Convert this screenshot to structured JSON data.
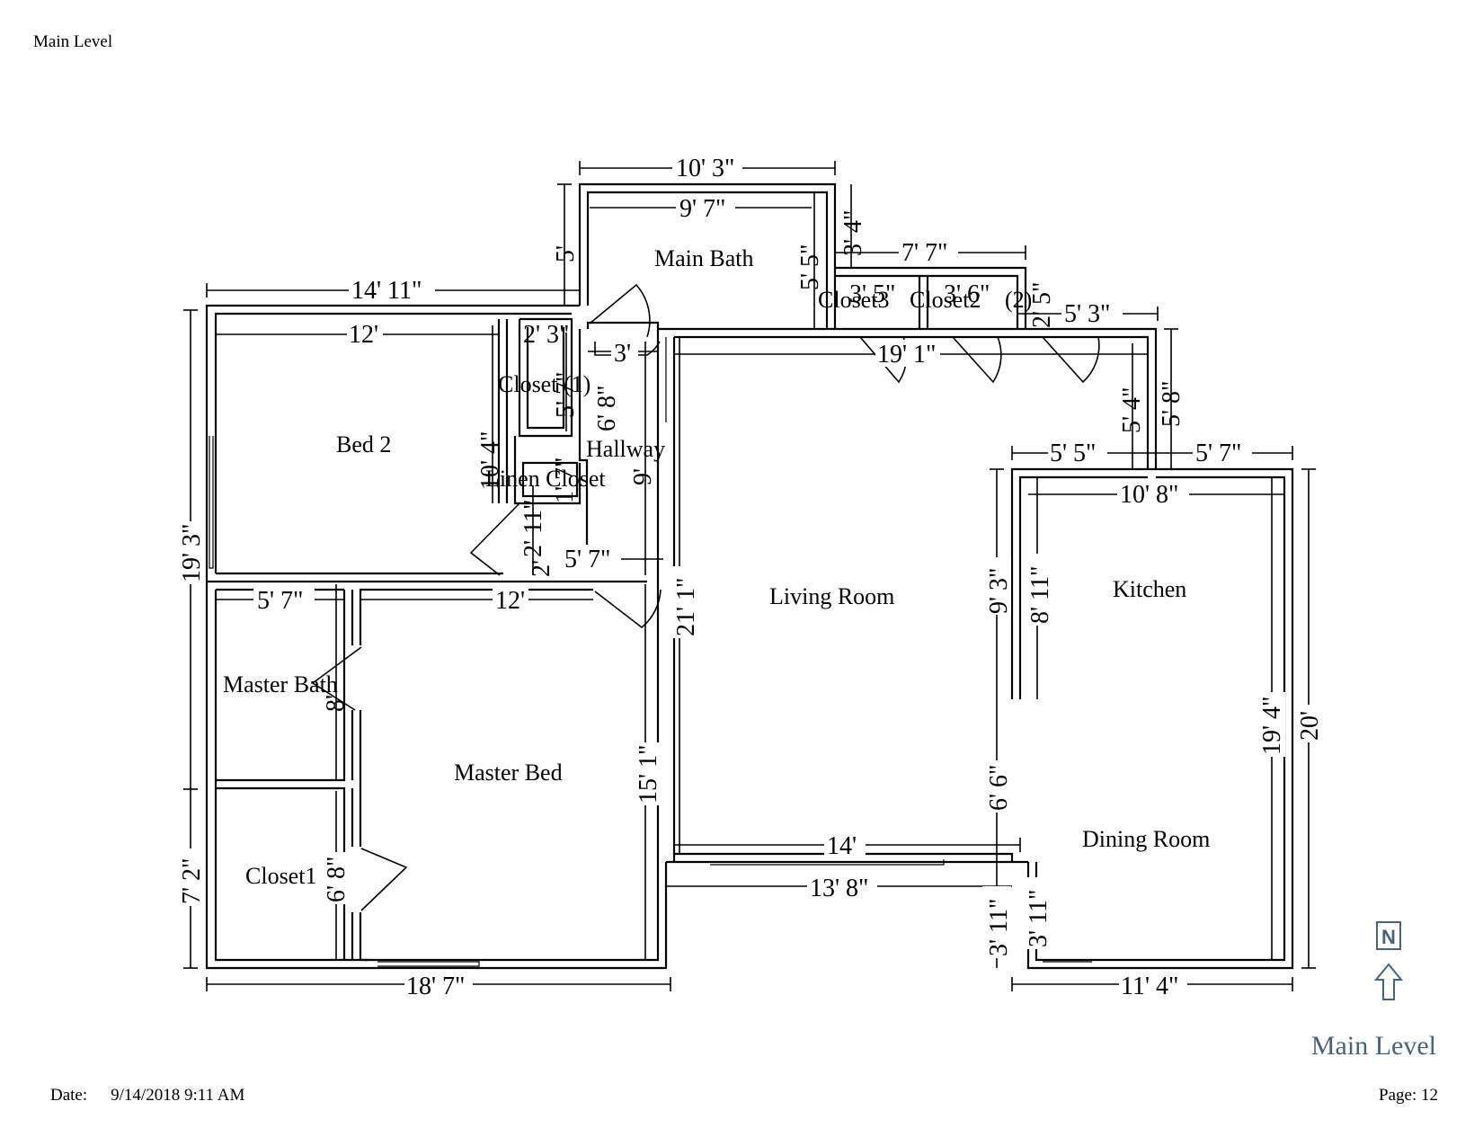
{
  "page": {
    "header": "Main Level",
    "date_label": "Date:",
    "date_value": "9/14/2018 9:11 AM",
    "page_label": "Page: 12",
    "level_label": "Main Level",
    "compass_letter": "N",
    "compass_icon": "north-arrow-icon",
    "level_label_color": "#4a6378"
  },
  "rooms": {
    "main_bath": "Main Bath",
    "closet3": "Closet3",
    "closet2": "Closet2",
    "closet2_suffix": "(2)",
    "closet_1": "Closet (1)",
    "hallway": "Hallway",
    "linen_closet": "Linen Closet",
    "bed2": "Bed 2",
    "living_room": "Living Room",
    "kitchen": "Kitchen",
    "master_bath": "Master Bath",
    "master_bed": "Master Bed",
    "closet1": "Closet1",
    "dining_room": "Dining Room"
  },
  "dims": {
    "d_10_3": "10' 3\"",
    "d_9_7": "9' 7\"",
    "d_5": "5'",
    "d_5_5_bath": "5' 5\"",
    "d_3_4": "3' 4\"",
    "d_7_7": "7' 7\"",
    "d_3_5": "3' 5\"",
    "d_3_6": "3' 6\"",
    "d_2_5": "2' 5\"",
    "d_5_3": "5' 3\"",
    "d_14_11": "14' 11\"",
    "d_12_bed2": "12'",
    "d_2_3": "2' 3\"",
    "d_3": "3'",
    "d_19_1": "19' 1\"",
    "d_5_7_closet": "5' 7\"",
    "d_6_8_hall": "6' 8\"",
    "d_10_4": "10' 4\"",
    "d_1_7": "1' 7\"",
    "d_9": "9'",
    "d_2_11": "2' 11\"",
    "d_2": "2'",
    "d_5_7_hall": "5' 7\"",
    "d_5_4": "5' 4\"",
    "d_5_8": "5' 8\"",
    "d_5_5_kit": "5' 5\"",
    "d_5_7_kit": "5' 7\"",
    "d_10_8": "10' 8\"",
    "d_19_3": "19' 3\"",
    "d_5_7_mb": "5' 7\"",
    "d_12_mbed": "12'",
    "d_21_1": "21' 1\"",
    "d_9_3": "9' 3\"",
    "d_8_11": "8' 11\"",
    "d_8": "8'",
    "d_19_4": "19' 4\"",
    "d_20": "20'",
    "d_15_1": "15' 1\"",
    "d_6_6": "6' 6\"",
    "d_14": "14'",
    "d_7_2": "7' 2\"",
    "d_6_8_cl1": "6' 8\"",
    "d_13_8": "13' 8\"",
    "d_3_11_a": "3' 11\"",
    "d_3_11_b": "3' 11\"",
    "d_18_7": "18' 7\"",
    "d_11_4": "11' 4\""
  }
}
